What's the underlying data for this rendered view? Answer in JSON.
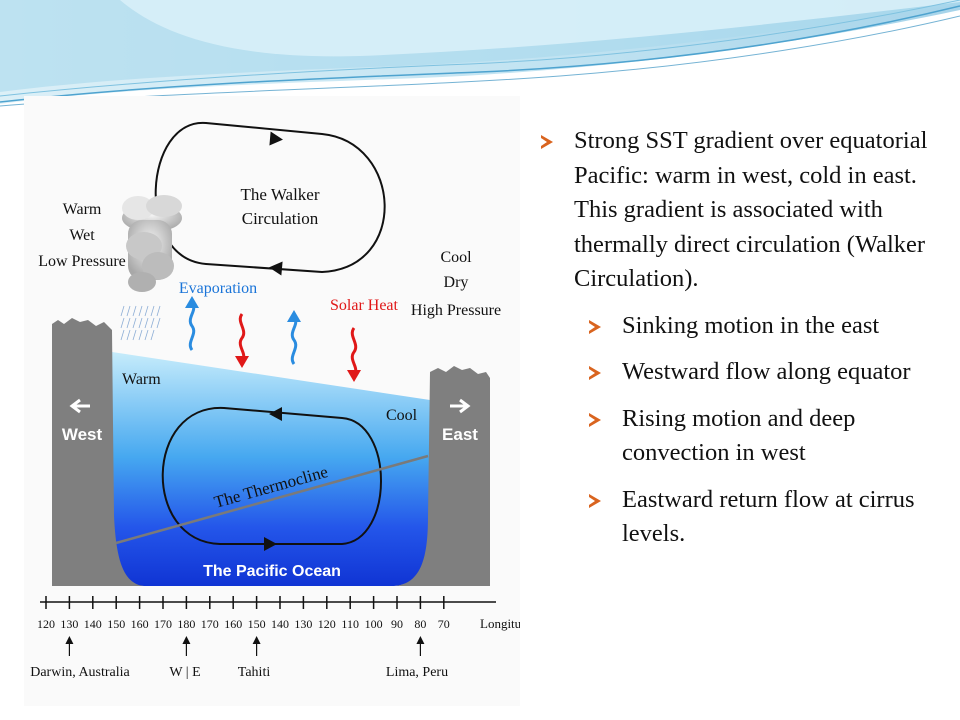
{
  "diagram": {
    "walker_label": [
      "The Walker",
      "Circulation"
    ],
    "west_conditions": [
      "Warm",
      "Wet",
      "Low Pressure"
    ],
    "east_conditions": [
      "Cool",
      "Dry",
      "High Pressure"
    ],
    "evaporation": "Evaporation",
    "solar_heat": "Solar Heat",
    "warm": "Warm",
    "cool": "Cool",
    "west": "West",
    "east": "East",
    "thermocline": "The Thermocline",
    "ocean": "The Pacific Ocean",
    "longitude_ticks": [
      "120",
      "130",
      "140",
      "150",
      "160",
      "170",
      "180",
      "170",
      "160",
      "150",
      "140",
      "130",
      "120",
      "110",
      "100",
      "90",
      "80",
      "70"
    ],
    "longitude_label": "Longitude",
    "places": [
      "Darwin, Australia",
      "W | E",
      "Tahiti",
      "Lima, Peru"
    ]
  },
  "bullets": [
    {
      "level": 1,
      "text": "Strong SST gradient over equatorial Pacific: warm in west, cold in east. This gradient is associated with thermally direct circulation (Walker Circulation)."
    },
    {
      "level": 2,
      "text": "Sinking motion in the east"
    },
    {
      "level": 2,
      "text": "Westward flow along equator"
    },
    {
      "level": 2,
      "text": "Rising motion and deep convection in west"
    },
    {
      "level": 2,
      "text": "Eastward return flow at cirrus levels."
    }
  ],
  "colors": {
    "bullet_arrow": "#d9641f",
    "land": "#7f7f7f",
    "ocean_top": "#bfe9fb",
    "ocean_deep": "#1240e0"
  }
}
